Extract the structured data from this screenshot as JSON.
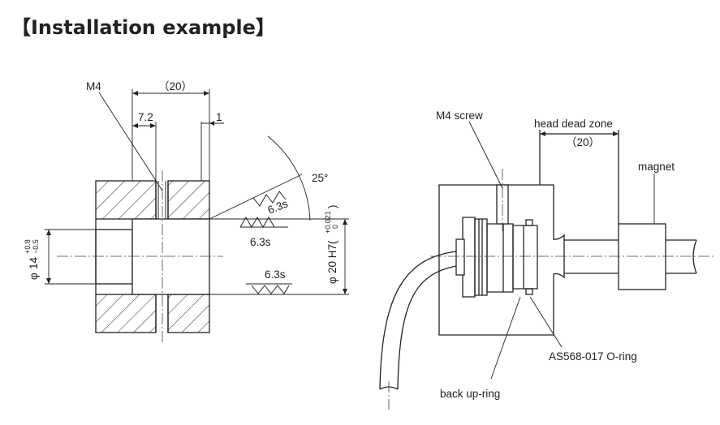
{
  "title": "【Installation example】",
  "left_drawing": {
    "dims": {
      "overall_length": "（20）",
      "tap_offset": "7.2",
      "land": "1",
      "chamfer_angle": "25°",
      "bore_dia_symbol": "φ",
      "bore_dia_value": "14",
      "bore_tol_upper": "+0.8",
      "bore_tol_lower": "−0.5",
      "hole_dia_symbol": "φ",
      "hole_dia_value": "20 H7(",
      "hole_dia_close": ")",
      "hole_tol_upper": "+0.021",
      "hole_tol_lower": "0"
    },
    "thread_label": "M4",
    "surface_finish_1": "6.3s",
    "surface_finish_2": "6.3s",
    "surface_finish_3": "6.3s"
  },
  "right_drawing": {
    "screw_label": "M4 screw",
    "dead_zone_label": "head dead zone",
    "dead_zone_dim": "（20）",
    "magnet_label": "magnet",
    "oring_label": "AS568-017 O-ring",
    "backup_label": "back up-ring"
  }
}
